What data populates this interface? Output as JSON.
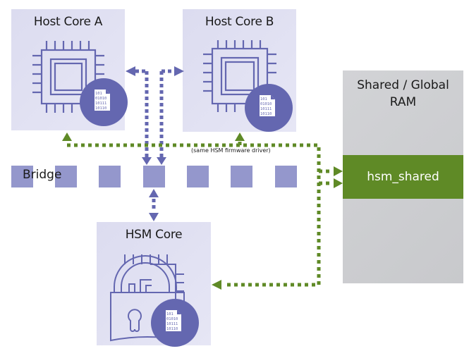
{
  "nodes": {
    "host_a": {
      "title": "Host Core A"
    },
    "host_b": {
      "title": "Host Core B"
    },
    "hsm": {
      "title": "HSM Core"
    },
    "ram": {
      "title_line1": "Shared / Global",
      "title_line2": "RAM"
    },
    "hsm_shared": {
      "label": "hsm_shared"
    }
  },
  "bridge": {
    "label": "Bridge"
  },
  "annotation": {
    "firmware_note": "(same HSM firmware driver)"
  },
  "firmware_badge": {
    "lines": [
      "101",
      "01010",
      "10111",
      "10110"
    ]
  },
  "colors": {
    "core_box": "#dedef2",
    "icon_purple": "#6467b0",
    "bridge_square": "#9497cc",
    "green_link": "#5f8a26",
    "ram_gray": "#cbcccf"
  }
}
